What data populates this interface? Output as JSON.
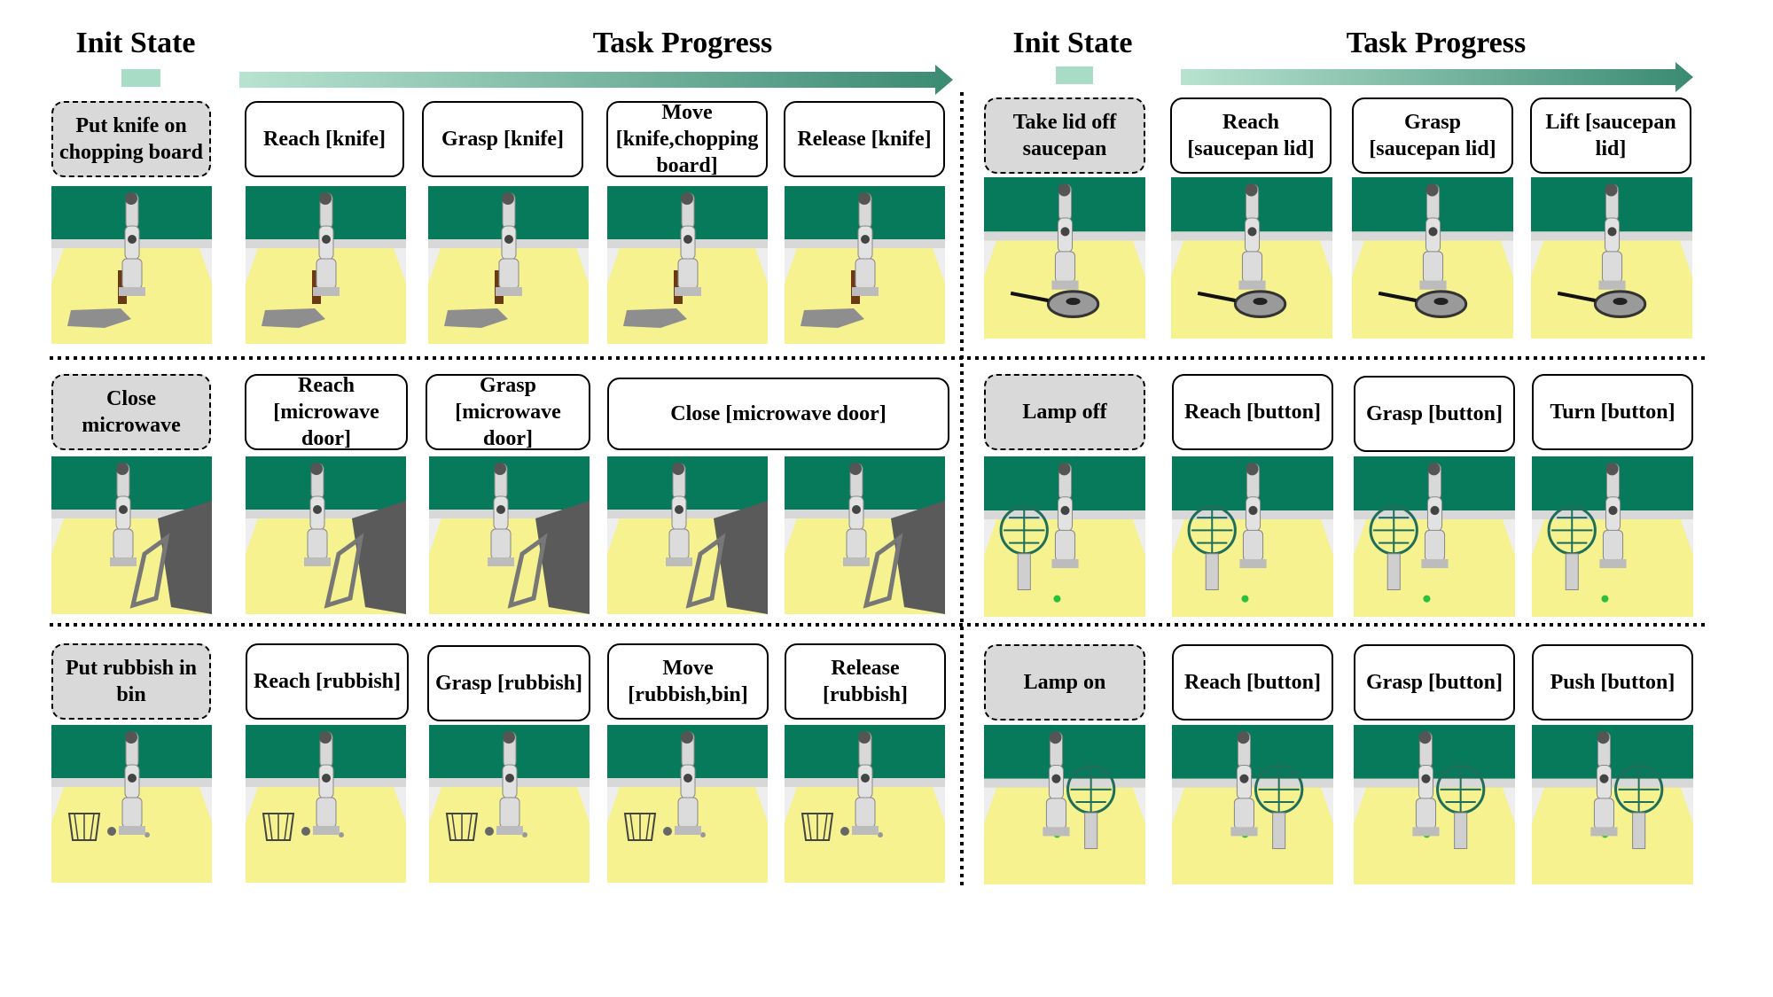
{
  "headers": {
    "left_init": "Init State",
    "left_progress": "Task Progress",
    "right_init": "Init State",
    "right_progress": "Task Progress"
  },
  "colors": {
    "arrow_start": "#b8e3d1",
    "arrow_end": "#3a8a72",
    "init_swatch": "#a8dcc6",
    "wall": "#067a5b",
    "floor": "#f5f28f",
    "init_box_fill": "#d9d9d9"
  },
  "tasks": [
    {
      "init": "Put knife on chopping board",
      "steps": [
        "Reach [knife]",
        "Grasp [knife]",
        "Move [knife,chopping board]",
        "Release [knife]"
      ],
      "scene": "knife"
    },
    {
      "init": "Take lid off saucepan",
      "steps": [
        "Reach [saucepan lid]",
        "Grasp [saucepan lid]",
        "Lift [saucepan lid]"
      ],
      "scene": "saucepan"
    },
    {
      "init": "Close microwave",
      "steps": [
        "Reach [microwave door]",
        "Grasp [microwave door]",
        "Close [microwave door]"
      ],
      "scene": "microwave"
    },
    {
      "init": "Lamp off",
      "steps": [
        "Reach [button]",
        "Grasp [button]",
        "Turn [button]"
      ],
      "scene": "lamp_left"
    },
    {
      "init": "Put rubbish in bin",
      "steps": [
        "Reach [rubbish]",
        "Grasp [rubbish]",
        "Move [rubbish,bin]",
        "Release [rubbish]"
      ],
      "scene": "bin"
    },
    {
      "init": "Lamp on",
      "steps": [
        "Reach [button]",
        "Grasp [button]",
        "Push [button]"
      ],
      "scene": "lamp_right"
    }
  ]
}
